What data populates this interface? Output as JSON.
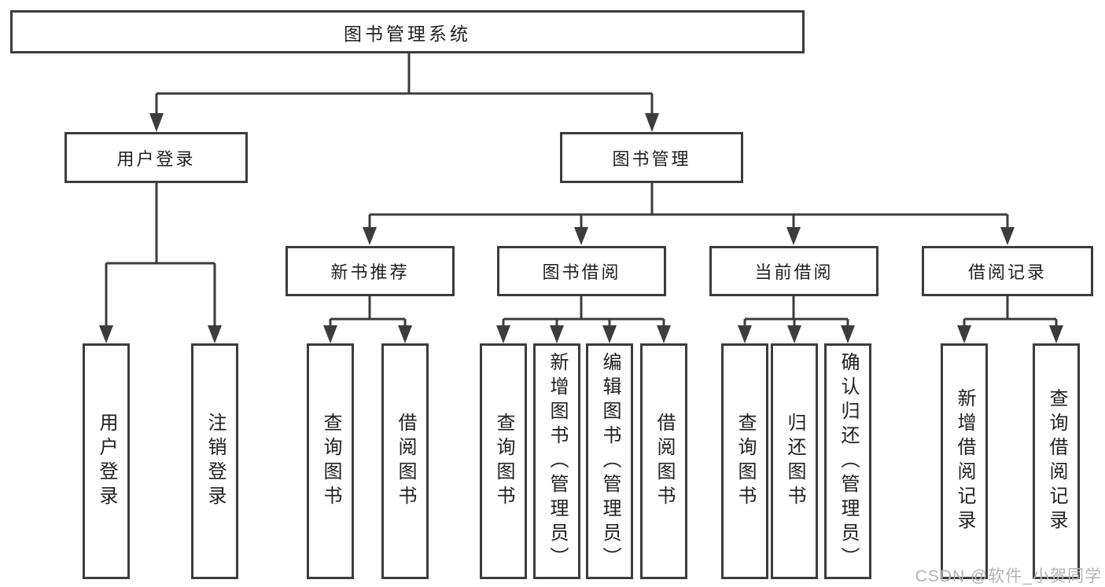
{
  "diagram": {
    "root": "图书管理系统",
    "level2": {
      "user_login": "用户登录",
      "book_management": "图书管理"
    },
    "level3": {
      "new_book": "新书推荐",
      "book_borrow": "图书借阅",
      "current_borrow": "当前借阅",
      "borrow_record": "借阅记录"
    },
    "leaves": {
      "user_login": [
        "用户登录",
        "注销登录"
      ],
      "new_book": [
        "查询图书",
        "借阅图书"
      ],
      "book_borrow": [
        "查询图书",
        "新增图书（管理员）",
        "编辑图书（管理员）",
        "借阅图书"
      ],
      "current_borrow": [
        "查询图书",
        "归还图书",
        "确认归还（管理员）"
      ],
      "borrow_record": [
        "新增借阅记录",
        "查询借阅记录"
      ]
    }
  },
  "watermark": "CSDN @软件_小贺同学",
  "colors": {
    "line": "#3c3c3c",
    "text": "#1f1f1f",
    "watermark": "#b3b3b3",
    "background": "#ffffff"
  }
}
